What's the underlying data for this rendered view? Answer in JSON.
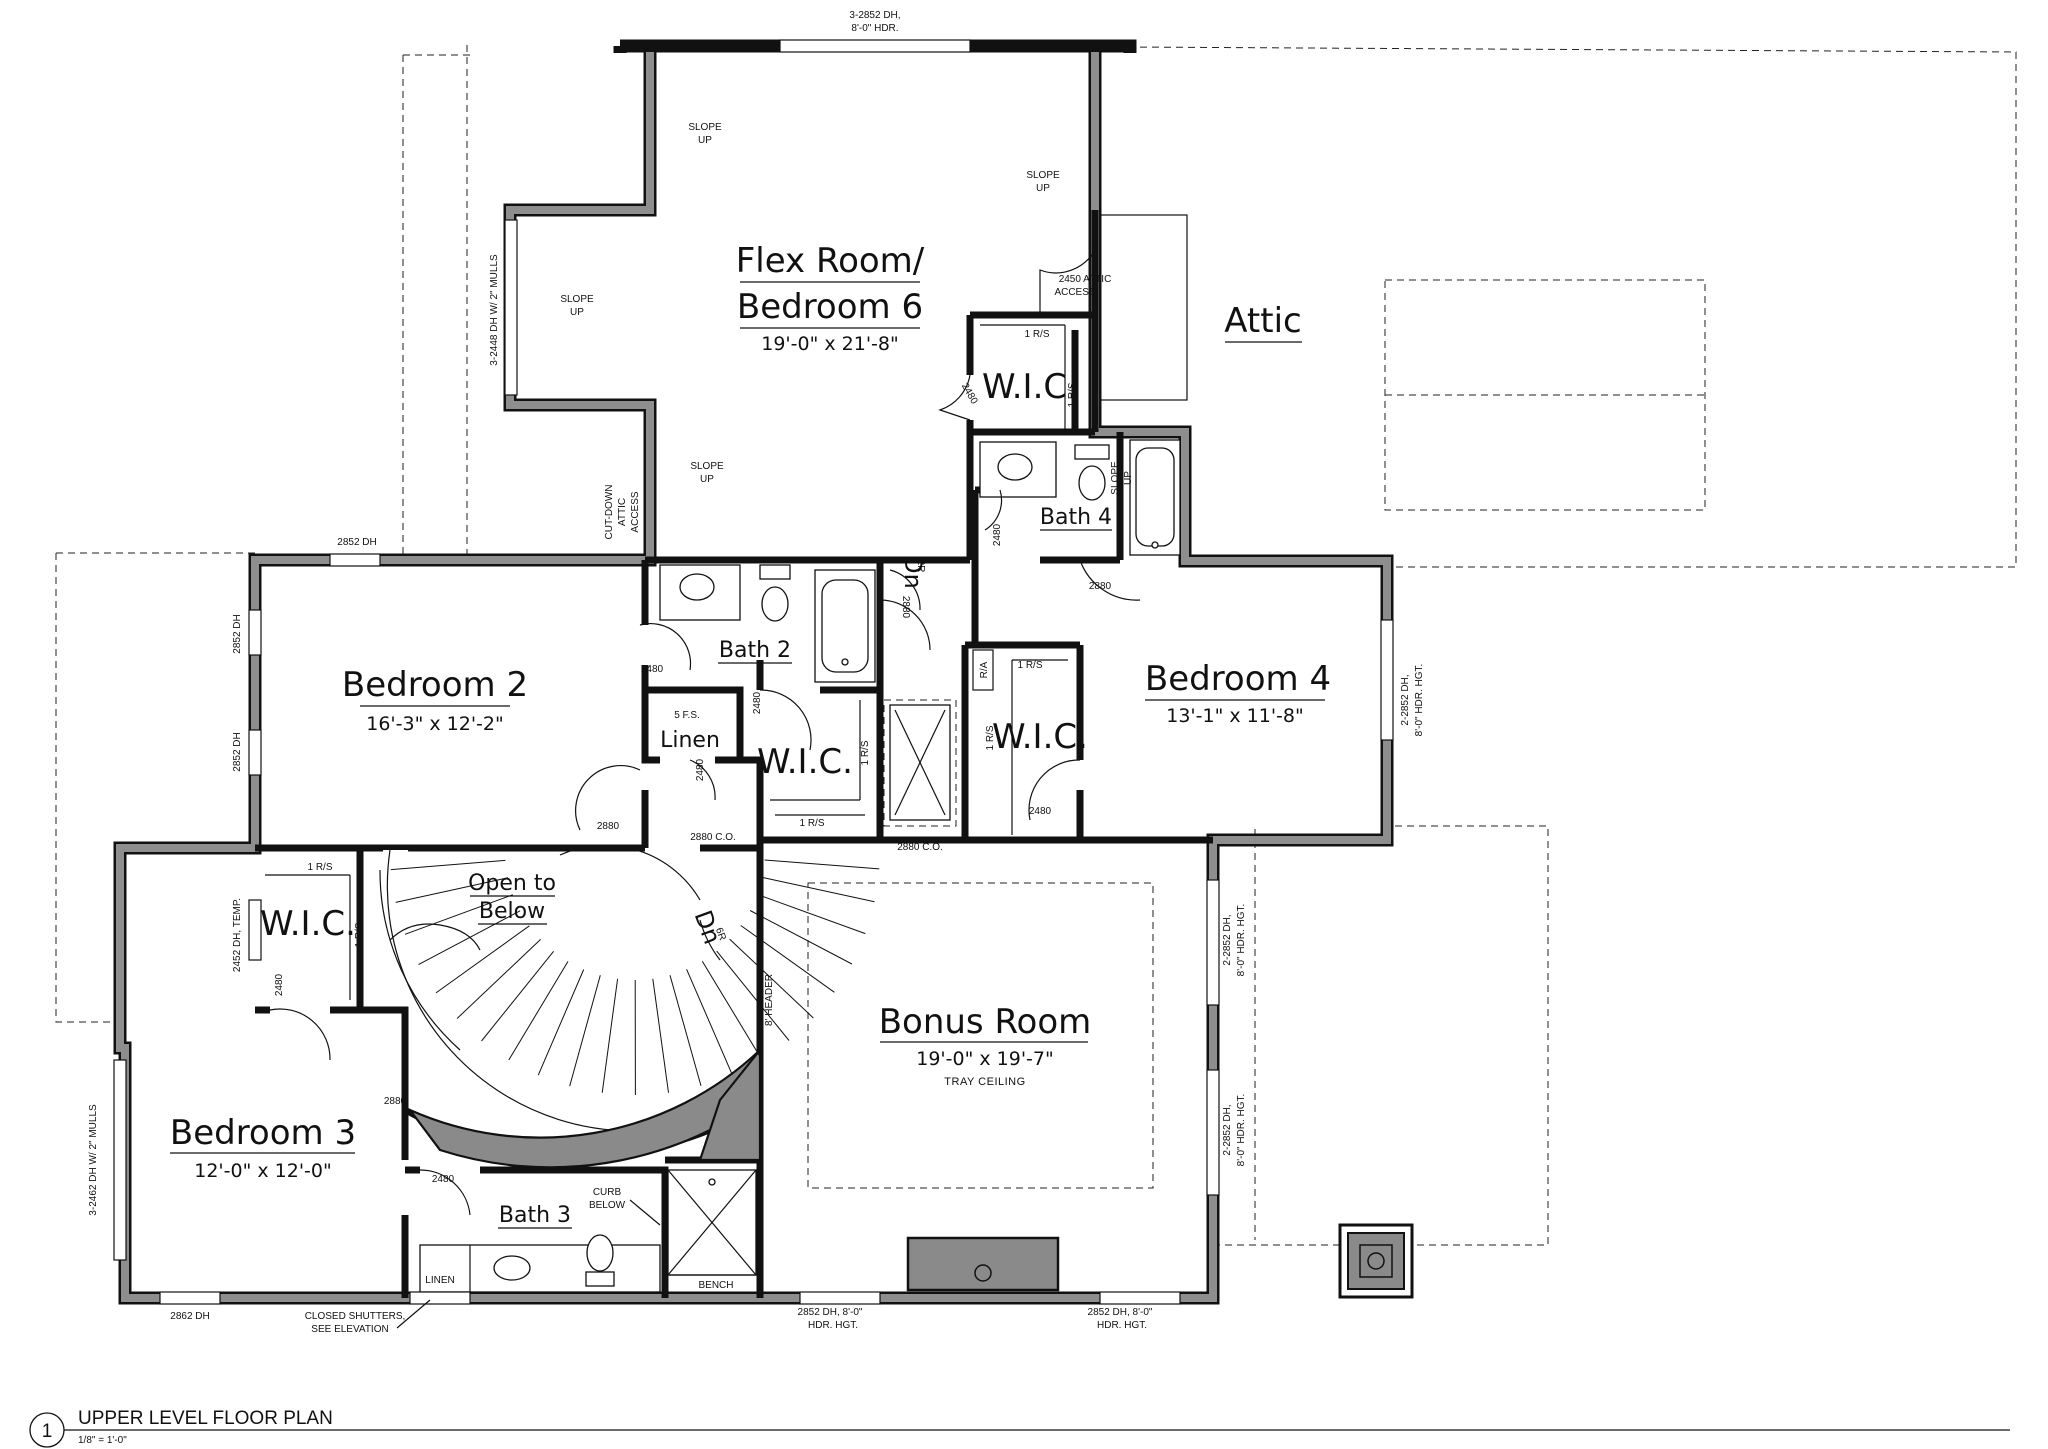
{
  "rooms": {
    "flex_name_1": "Flex Room/",
    "flex_name_2": "Bedroom 6",
    "flex_dim": "19'-0\" x 21'-8\"",
    "attic": "Attic",
    "bed2_name": "Bedroom 2",
    "bed2_dim": "16'-3\" x 12'-2\"",
    "bed3_name": "Bedroom 3",
    "bed3_dim": "12'-0\" x 12'-0\"",
    "bed4_name": "Bedroom 4",
    "bed4_dim": "13'-1\" x 11'-8\"",
    "bonus_name": "Bonus Room",
    "bonus_dim": "19'-0\" x 19'-7\"",
    "bonus_note": "TRAY CEILING",
    "bath2": "Bath 2",
    "bath3": "Bath 3",
    "bath4": "Bath 4",
    "wic": "W.I.C.",
    "linen": "Linen",
    "open_1": "Open to",
    "open_2": "Below"
  },
  "notes": {
    "top_window_1": "3-2852 DH,",
    "top_window_2": "8'-0\" HDR.",
    "slope_1": "SLOPE",
    "slope_2": "UP",
    "left_mulls": "3-2448 DH W/ 2\" MULLS",
    "attic_access_1": "2450 ATTIC",
    "attic_access_2": "ACCESS",
    "cutdown_1": "CUT-DOWN",
    "cutdown_2": "ATTIC",
    "cutdown_3": "ACCESS",
    "rs": "1 R/S",
    "rs_v": "1 R/S",
    "ra": "R/A",
    "d2480": "2480",
    "d2880": "2880",
    "d2480_v": "2480",
    "d2880_v": "2880",
    "w2852": "2852 DH",
    "w2852_v": "2852 DH",
    "w2862": "2862 DH",
    "fs5": "5 F.S.",
    "co2880": "2880 C.O.",
    "bed4_window_1": "2-2852 DH,",
    "bed4_window_2": "8'-0\" HDR. HGT.",
    "dn": "Dn",
    "dn_2r": "2R",
    "dn_6r": "6R",
    "temp": "2452 DH, TEMP.",
    "header8": "8' HEADER",
    "bonus_win_1": "2-2852 DH,",
    "bonus_win_2": "8'-0\" HDR. HGT.",
    "bed3_mulls": "3-2462 DH W/ 2\" MULLS",
    "shutters_1": "CLOSED SHUTTERS,",
    "shutters_2": "SEE ELEVATION",
    "curb_1": "CURB",
    "curb_2": "BELOW",
    "linen_small": "LINEN",
    "bench": "BENCH",
    "bottom_win_1": "2852 DH, 8'-0\"",
    "bottom_win_2": "HDR. HGT."
  },
  "title_block": {
    "number": "1",
    "title": "UPPER LEVEL FLOOR PLAN",
    "scale": "1/8\" = 1'-0\""
  }
}
